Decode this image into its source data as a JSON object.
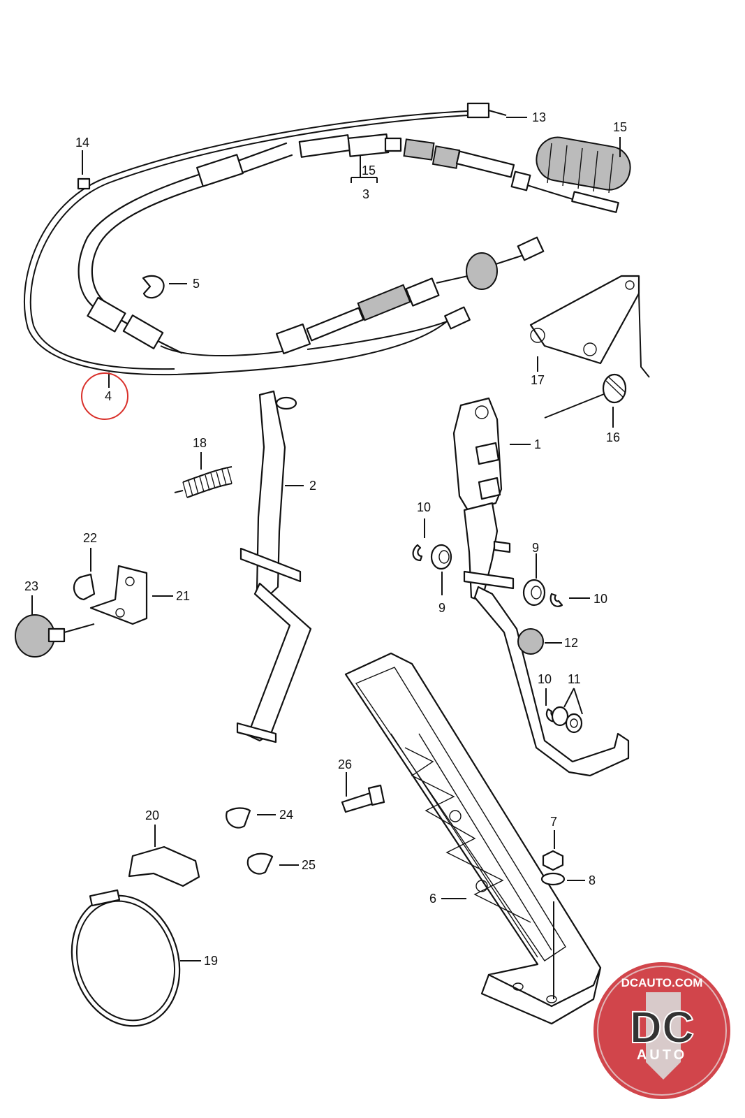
{
  "labels": {
    "l1": "1",
    "l2": "2",
    "l3": "3",
    "l4": "4",
    "l5": "5",
    "l6": "6",
    "l7": "7",
    "l8": "8",
    "l9a": "9",
    "l9b": "9",
    "l10a": "10",
    "l10b": "10",
    "l10c": "10",
    "l11": "11",
    "l12": "12",
    "l13": "13",
    "l14": "14",
    "l15a": "15",
    "l15b": "15",
    "l16": "16",
    "l17": "17",
    "l18": "18",
    "l19": "19",
    "l20": "20",
    "l21": "21",
    "l22": "22",
    "l23": "23",
    "l24": "24",
    "l25": "25",
    "l26": "26"
  },
  "highlight": {
    "color": "#d9302a"
  },
  "watermark": {
    "url": "DCAUTO.COM",
    "letters": "DC",
    "word": "AUTO",
    "colors": {
      "red": "#c9252c",
      "silver": "#c8c8c8",
      "dark": "#333333"
    }
  }
}
